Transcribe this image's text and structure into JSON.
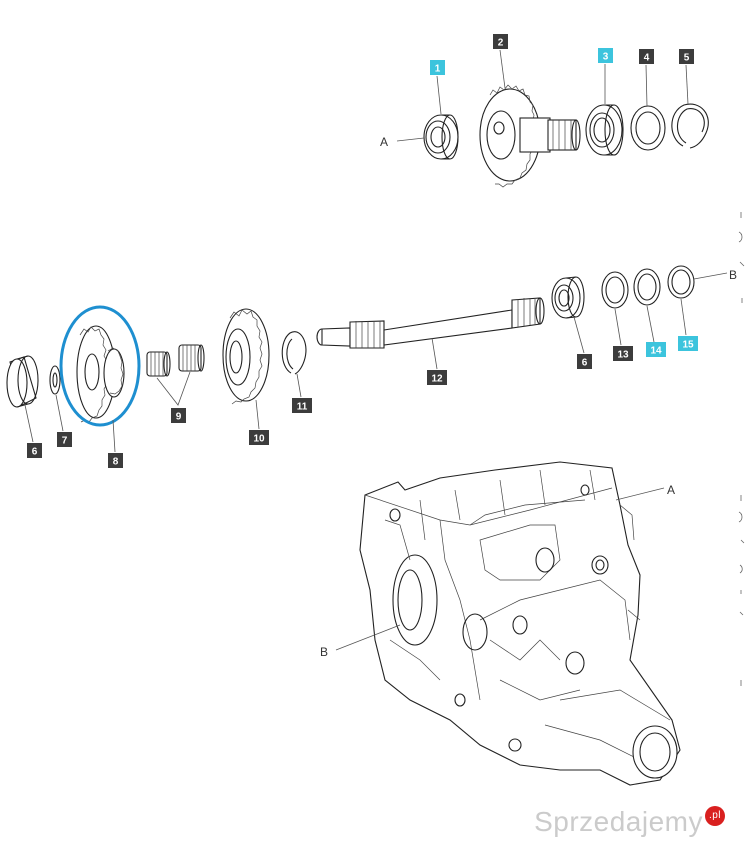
{
  "callouts": {
    "c1": "1",
    "c2": "2",
    "c3": "3",
    "c4": "4",
    "c5": "5",
    "c6a": "6",
    "c6b": "6",
    "c7": "7",
    "c8": "8",
    "c9": "9",
    "c10": "10",
    "c11": "11",
    "c12": "12",
    "c13": "13",
    "c14": "14",
    "c15": "15"
  },
  "letters": {
    "a_top": "A",
    "b_mid": "B",
    "a_housing": "A",
    "b_housing": "B"
  },
  "colors": {
    "callout_dark": "#3c3c3c",
    "callout_highlight": "#3cc4dd",
    "highlight_ring": "#1e8fd0"
  },
  "highlighted_part": "8",
  "watermark": {
    "text": "Sprzedajemy",
    "badge": ".pl"
  }
}
